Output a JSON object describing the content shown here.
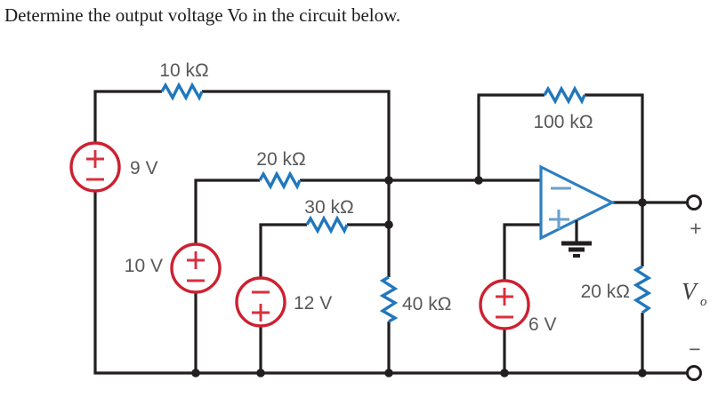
{
  "title": "Determine the output voltage Vo in the circuit below.",
  "colors": {
    "wire": "#231f20",
    "resistor": "#2177bd",
    "source": "#ce2030",
    "opamp": "#2e7fc0",
    "label": "#57585a"
  },
  "components": {
    "resistors": {
      "r10k": {
        "label": "10 kΩ"
      },
      "r20k_input": {
        "label": "20 kΩ"
      },
      "r30k": {
        "label": "30 kΩ"
      },
      "r40k": {
        "label": "40 kΩ"
      },
      "r100k_feedback": {
        "label": "100 kΩ"
      },
      "r20k_load": {
        "label": "20 kΩ"
      }
    },
    "sources": {
      "v9": {
        "label": "9 V",
        "polarity": "+ top, − bottom"
      },
      "v10": {
        "label": "10 V",
        "polarity": "+ top, − bottom"
      },
      "v12": {
        "label": "12 V",
        "polarity": "− top, + bottom"
      },
      "v6": {
        "label": "6 V",
        "polarity": "+ top, − bottom"
      }
    },
    "opamp": {
      "inverting_sign": "−",
      "noninverting_sign": "+"
    },
    "output": {
      "plus_sign": "+",
      "minus_sign": "−",
      "voltage_symbol": "V",
      "voltage_subscript": "o"
    }
  }
}
